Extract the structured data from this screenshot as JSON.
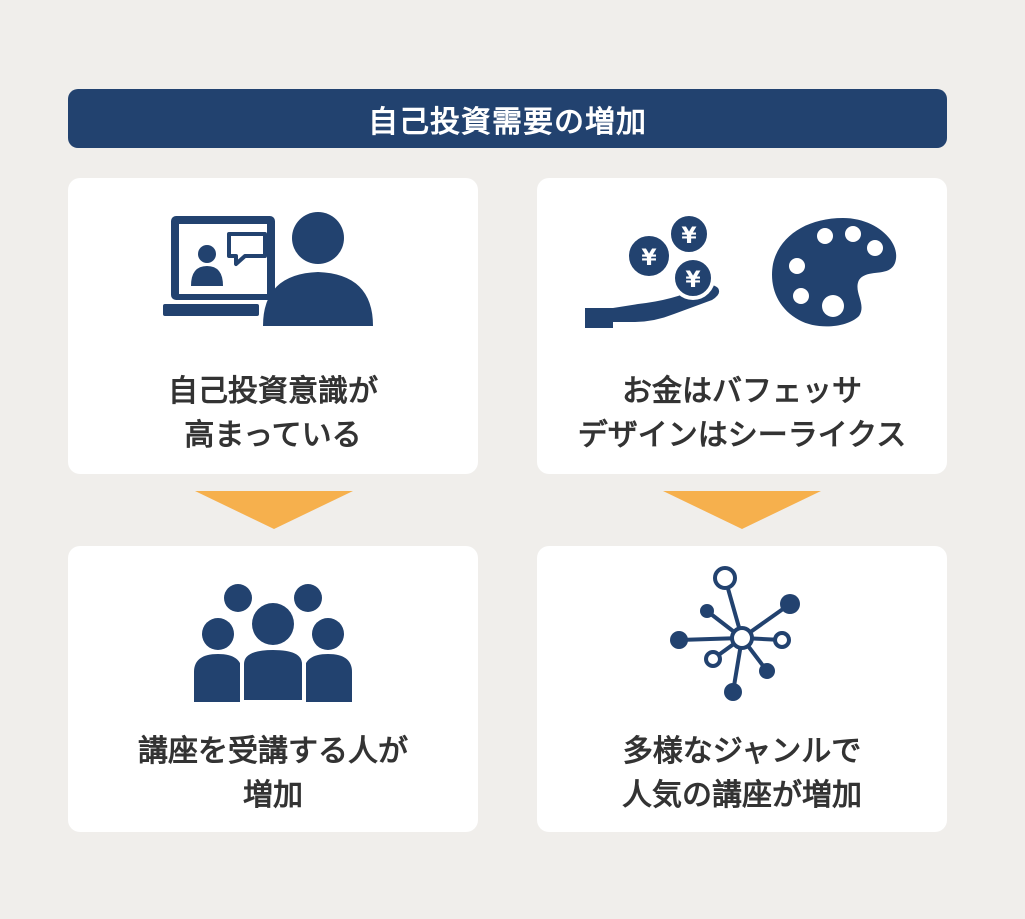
{
  "header": {
    "title": "自己投資需要の増加"
  },
  "colors": {
    "navy": "#22426f",
    "orange": "#f6b04d",
    "background": "#f0eeeb",
    "card": "#ffffff",
    "text": "#333333"
  },
  "cards": {
    "top_left": {
      "line1": "自己投資意識が",
      "line2": "高まっている",
      "icon": "online-learning-icon"
    },
    "top_right": {
      "line1": "お金はバフェッサ",
      "line2": "デザインはシーライクス",
      "icon": "money-and-palette-icon"
    },
    "bottom_left": {
      "line1": "講座を受講する人が",
      "line2": "増加",
      "icon": "people-group-icon"
    },
    "bottom_right": {
      "line1": "多様なジャンルで",
      "line2": "人気の講座が増加",
      "icon": "network-icon"
    }
  }
}
